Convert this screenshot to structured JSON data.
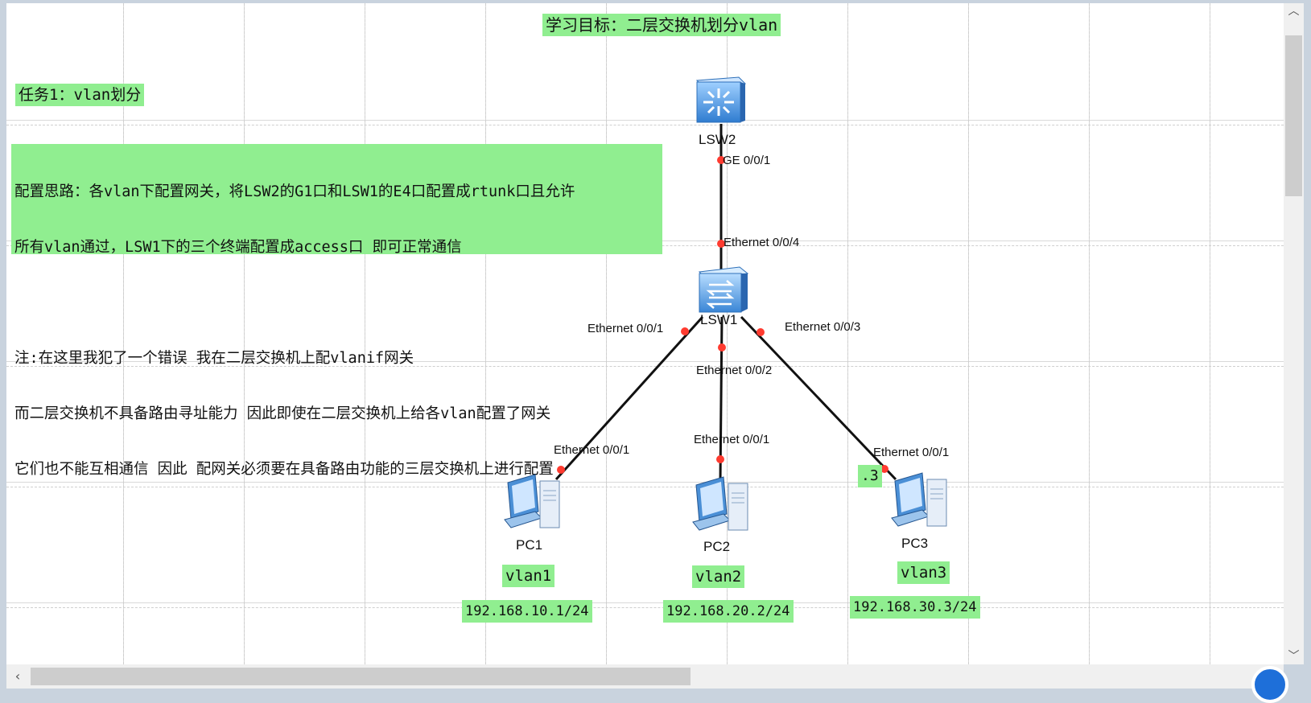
{
  "title": "学习目标：二层交换机划分vlan",
  "task": "任务1：vlan划分",
  "description_lines": [
    "配置思路：各vlan下配置网关，将LSW2的G1口和LSW1的E4口配置成rtunk口且允许",
    "所有vlan通过，LSW1下的三个终端配置成access口 即可正常通信",
    "",
    "注:在这里我犯了一个错误 我在二层交换机上配vlanif网关",
    "而二层交换机不具备路由寻址能力 因此即使在二层交换机上给各vlan配置了网关",
    "它们也不能互相通信 因此 配网关必须要在具备路由功能的三层交换机上进行配置"
  ],
  "devices": {
    "lsw2": "LSW2",
    "lsw1": "LSW1",
    "pc1": "PC1",
    "pc2": "PC2",
    "pc3": "PC3"
  },
  "ports": {
    "lsw2_g": "GE 0/0/1",
    "lsw1_e4": "Ethernet 0/0/4",
    "lsw1_e1": "Ethernet 0/0/1",
    "lsw1_e2": "Ethernet 0/0/2",
    "lsw1_e3": "Ethernet 0/0/3",
    "pc1_e": "Ethernet 0/0/1",
    "pc2_e": "Ethernet 0/0/1",
    "pc3_e": "Ethernet 0/0/1"
  },
  "labels": {
    "pc3_note": ".3",
    "vlan1": "vlan1",
    "vlan2": "vlan2",
    "vlan3": "vlan3",
    "ip1": "192.168.10.1/24",
    "ip2": "192.168.20.2/24",
    "ip3": "192.168.30.3/24"
  },
  "colors": {
    "note_bg": "#90ee90",
    "port_dot": "#ff3b30",
    "link": "#111111",
    "device_blue": "#3f8fd9"
  },
  "icons": {
    "lsw2": "layer3-switch-icon",
    "lsw1": "layer2-switch-icon",
    "pc": "desktop-pc-icon"
  }
}
